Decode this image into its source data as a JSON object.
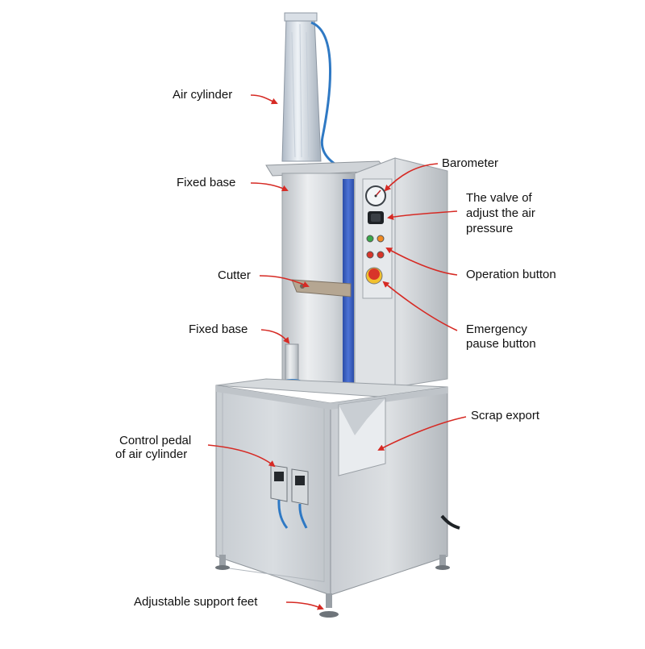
{
  "colors": {
    "arrow": "#d62a24",
    "steel_light": "#e4e7ea",
    "steel_mid": "#c4c9ce",
    "steel_dark": "#9ba1a7",
    "hose": "#2f79c4",
    "panel_blue": "#3b5fc0",
    "emergency": "#d8352a",
    "button_green": "#3aa84a",
    "button_orange": "#f08a22"
  },
  "labels": {
    "air_cylinder": "Air cylinder",
    "fixed_base_top": "Fixed base",
    "cutter": "Cutter",
    "fixed_base_lower": "Fixed base",
    "control_pedal_line1": "Control pedal",
    "control_pedal_line2": "of air cylinder",
    "adjustable_feet": "Adjustable support feet",
    "barometer": "Barometer",
    "valve_line1": "The valve of",
    "valve_line2": "adjust the air",
    "valve_line3": "pressure",
    "operation_button": "Operation button",
    "emergency_line1": "Emergency",
    "emergency_line2": "pause button",
    "scrap_export": "Scrap export"
  },
  "icons": {
    "barometer": "pressure-gauge-icon",
    "valve": "valve-knob-icon",
    "pedal": "foot-pedal-icon"
  }
}
